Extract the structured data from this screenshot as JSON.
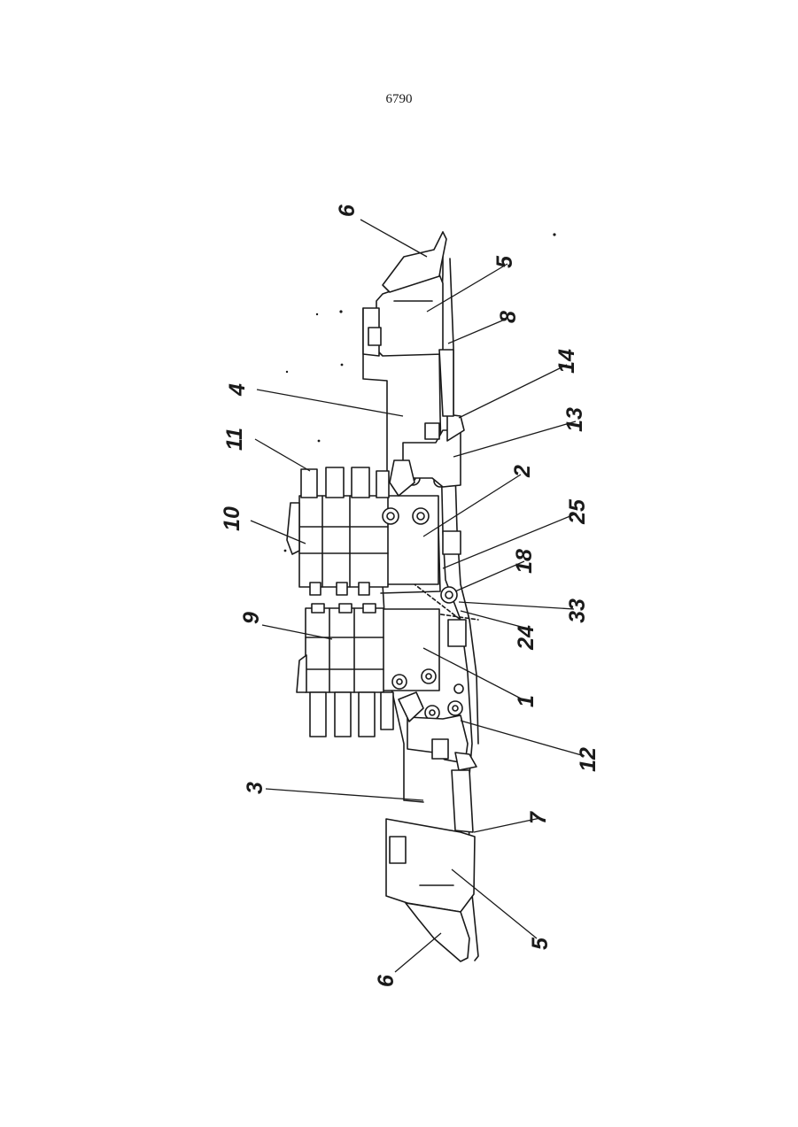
{
  "page": {
    "number": "6790"
  },
  "labels": {
    "l1": "1",
    "l2": "2",
    "l3": "3",
    "l4": "4",
    "l5a": "5",
    "l5b": "5",
    "l6a": "6",
    "l6b": "6",
    "l7": "7",
    "l8": "8",
    "l9": "9",
    "l10": "10",
    "l11": "11",
    "l12": "12",
    "l13": "13",
    "l14": "14",
    "l18": "18",
    "l24": "24",
    "l25": "25",
    "l33": "33"
  }
}
